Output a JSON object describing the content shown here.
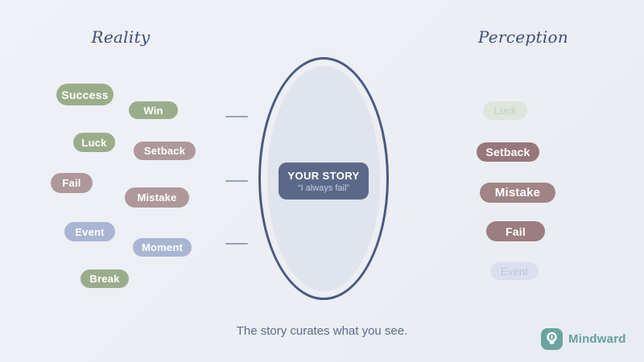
{
  "titles": {
    "left": "Reality",
    "right": "Perception"
  },
  "left": {
    "pills": [
      {
        "label": "Success"
      },
      {
        "label": "Win"
      },
      {
        "label": "Luck"
      },
      {
        "label": "Setback"
      },
      {
        "label": "Fail"
      },
      {
        "label": "Mistake"
      },
      {
        "label": "Event"
      },
      {
        "label": "Moment"
      },
      {
        "label": "Break"
      }
    ]
  },
  "right": {
    "pills": [
      {
        "label": "Luck",
        "state": "faded"
      },
      {
        "label": "Setback",
        "state": "emphasized"
      },
      {
        "label": "Mistake",
        "state": "emphasized"
      },
      {
        "label": "Fail",
        "state": "emphasized"
      },
      {
        "label": "Event",
        "state": "faded"
      }
    ]
  },
  "story": {
    "title": "YOUR STORY",
    "quote": "“I always fail”"
  },
  "caption": "The story curates what you see.",
  "brand": {
    "name": "Mindward",
    "icon": "lightbulb-icon"
  },
  "colors": {
    "title": "#3E4E77",
    "green": "#9AAD8B",
    "mauve": "#AE989B",
    "lavender": "#A9B5D3",
    "mauve_dark": "#96777B",
    "mauve_mid": "#A18486",
    "mauve_fail": "#9C7D80",
    "faded_green_bg": "#DEE5DB",
    "faded_green_text": "#C2CDBF",
    "faded_lavender_bg": "#DAE0EC",
    "faded_lavender_text": "#BDC7DC",
    "ellipse_border": "#4A5A7E",
    "ellipse_fill": "#E0E4EC",
    "story_bg": "#5B6989",
    "story_quote": "#C5CDDF",
    "caption": "#5D6C8B",
    "teal": "#6BA49F",
    "teal_text": "#67A09B",
    "tick": "#97A3BA"
  }
}
